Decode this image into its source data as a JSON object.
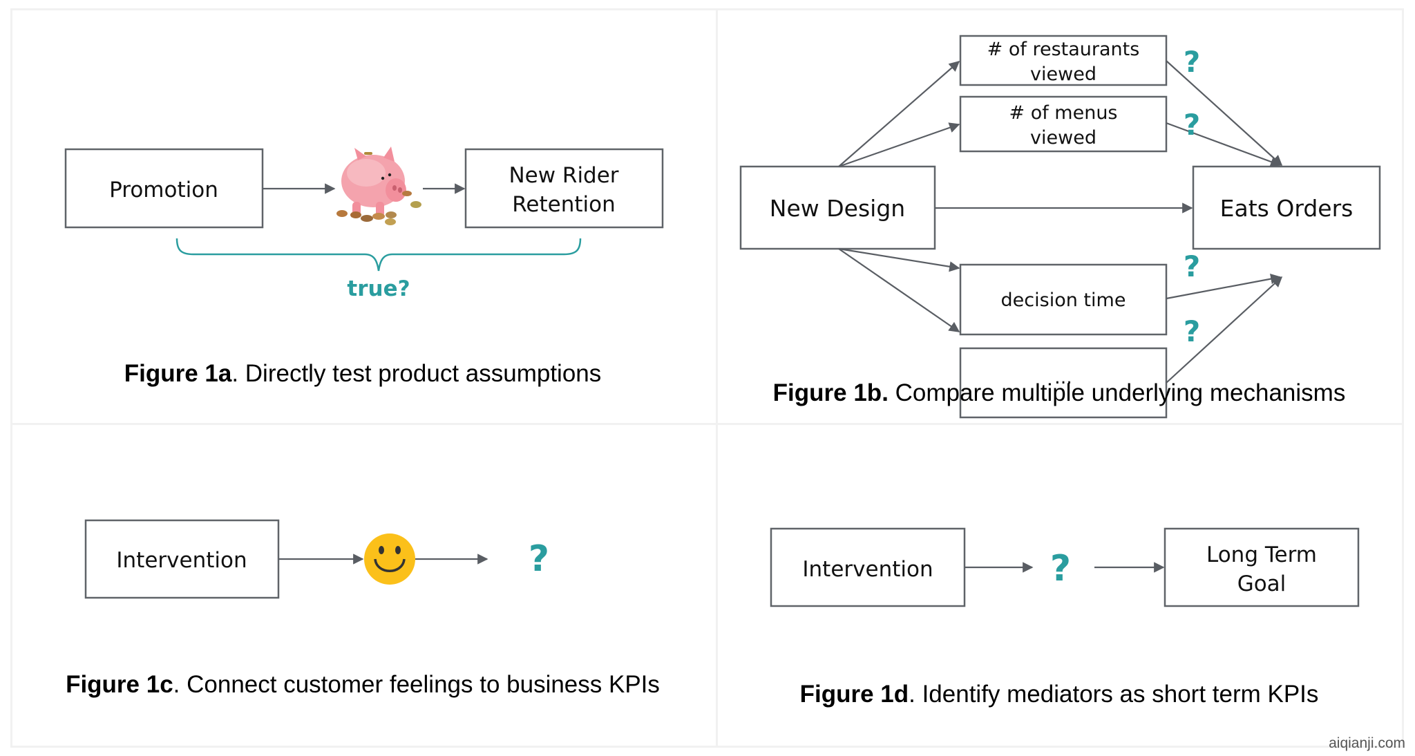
{
  "colors": {
    "accent_teal": "#2a9d9f",
    "box_stroke": "#5f6368",
    "arrow": "#595d63",
    "smiley_face": "#fbc01a",
    "piggy_pink": "#f4a3ad",
    "divider": "#f1f1f1"
  },
  "figure_1a": {
    "nodes": {
      "promotion": "Promotion",
      "retention_line1": "New Rider",
      "retention_line2": "Retention"
    },
    "mediator_icon": "piggy-bank-icon",
    "brace_label": "true?",
    "caption_bold": "Figure 1a",
    "caption_text": ". Directly test product assumptions"
  },
  "figure_1b": {
    "nodes": {
      "treatment": "New Design",
      "outcome": "Eats Orders",
      "m1_line1": "# of restaurants",
      "m1_line2": "viewed",
      "m2_line1": "# of menus",
      "m2_line2": "viewed",
      "m3": "decision time",
      "m4": "..."
    },
    "question_mark": "?",
    "caption_bold": "Figure 1b.",
    "caption_text": " Compare multiple underlying mechanisms"
  },
  "figure_1c": {
    "nodes": {
      "intervention": "Intervention"
    },
    "mediator_icon": "smiley-face-icon",
    "question_mark": "?",
    "caption_bold": "Figure 1c",
    "caption_text": ". Connect customer feelings to business KPIs"
  },
  "figure_1d": {
    "nodes": {
      "intervention": "Intervention",
      "goal_line1": "Long Term",
      "goal_line2": "Goal"
    },
    "question_mark": "?",
    "caption_bold": "Figure 1d",
    "caption_text": ". Identify mediators as short term KPIs"
  },
  "watermark": "aiqianji.com"
}
